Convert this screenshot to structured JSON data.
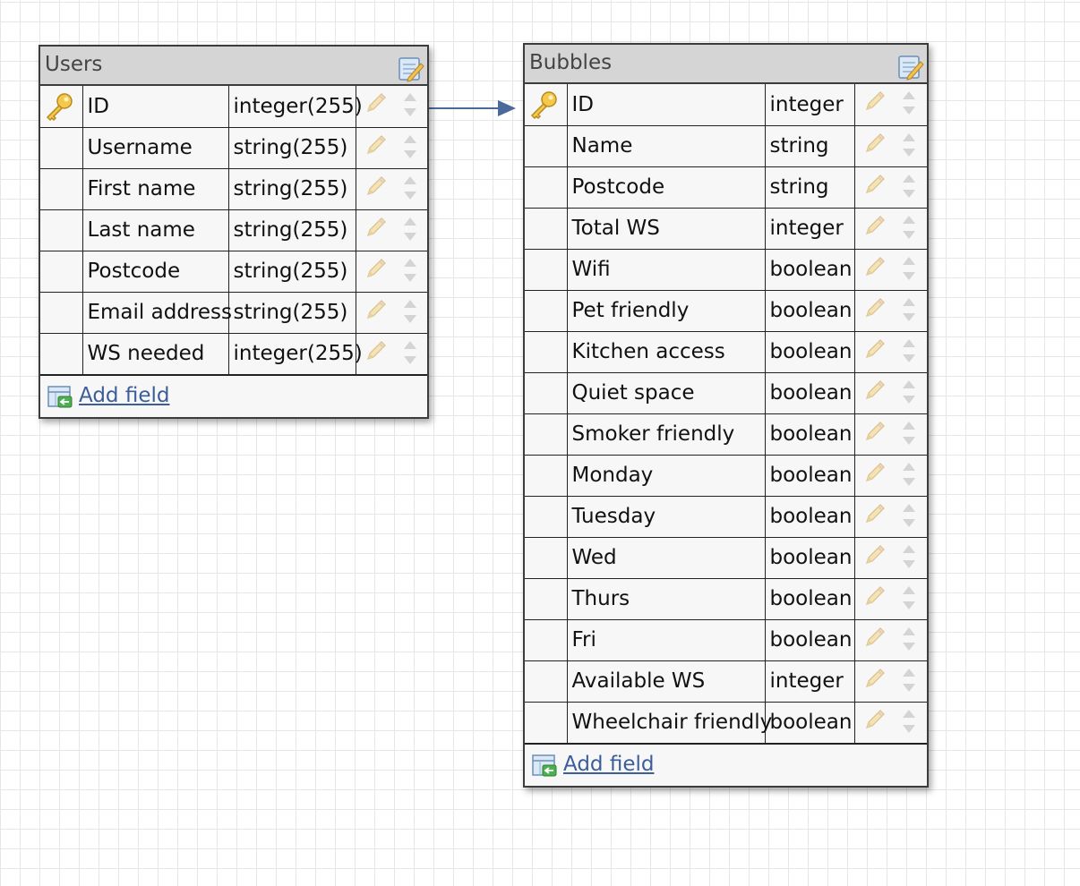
{
  "tables": [
    {
      "title": "Users",
      "add_label": "Add field",
      "fields": [
        {
          "name": "ID",
          "type": "integer(255)",
          "key": true
        },
        {
          "name": "Username",
          "type": "string(255)"
        },
        {
          "name": "First name",
          "type": "string(255)"
        },
        {
          "name": "Last name",
          "type": "string(255)"
        },
        {
          "name": "Postcode",
          "type": "string(255)"
        },
        {
          "name": "Email address",
          "type": "string(255)"
        },
        {
          "name": "WS needed",
          "type": "integer(255)"
        }
      ]
    },
    {
      "title": "Bubbles",
      "add_label": "Add field",
      "fields": [
        {
          "name": "ID",
          "type": "integer",
          "key": true
        },
        {
          "name": "Name",
          "type": "string"
        },
        {
          "name": "Postcode",
          "type": "string"
        },
        {
          "name": "Total WS",
          "type": "integer"
        },
        {
          "name": "Wifi",
          "type": "boolean"
        },
        {
          "name": "Pet friendly",
          "type": "boolean"
        },
        {
          "name": "Kitchen access",
          "type": "boolean"
        },
        {
          "name": "Quiet space",
          "type": "boolean"
        },
        {
          "name": "Smoker friendly",
          "type": "boolean"
        },
        {
          "name": "Monday",
          "type": "boolean"
        },
        {
          "name": "Tuesday",
          "type": "boolean"
        },
        {
          "name": "Wed",
          "type": "boolean"
        },
        {
          "name": "Thurs",
          "type": "boolean"
        },
        {
          "name": "Fri",
          "type": "boolean"
        },
        {
          "name": "Available WS",
          "type": "integer"
        },
        {
          "name": "Wheelchair friendly",
          "type": "boolean"
        }
      ]
    }
  ],
  "relations": [
    {
      "from_table": "Users",
      "from_field": "ID",
      "to_table": "Bubbles",
      "to_field": "ID"
    }
  ],
  "colors": {
    "link": "#3b5d9a",
    "arrow": "#4a6a9c",
    "header": "#d5d5d5"
  },
  "icons": [
    "key-icon",
    "pencil-icon",
    "updown-arrows-icon",
    "edit-table-icon",
    "add-field-icon"
  ]
}
